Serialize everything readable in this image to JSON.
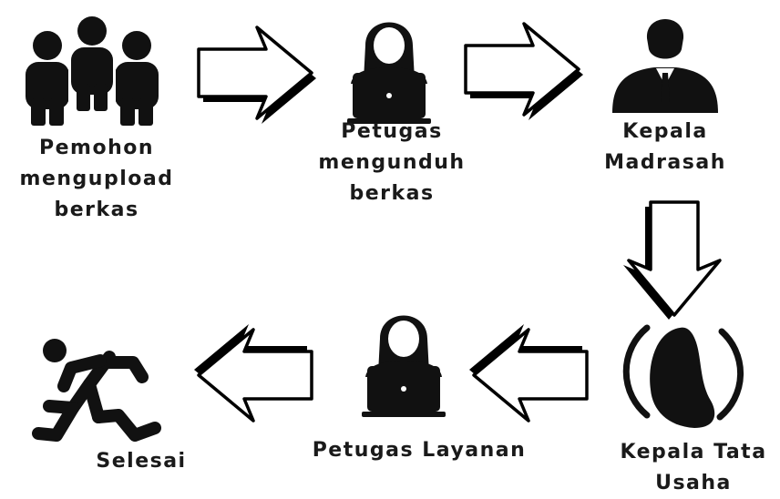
{
  "icons": {
    "group": "people-group-icon",
    "officer": "woman-laptop-icon",
    "head": "man-suit-icon",
    "hijab": "woman-hijab-icon",
    "done": "running-man-icon",
    "arrow": "outlined-arrow-icon"
  },
  "colors": {
    "ink": "#111111",
    "text": "#1a1a1a",
    "shadow": "#000000"
  },
  "steps": [
    {
      "lines": [
        "Pemohon",
        "mengupload",
        "berkas"
      ]
    },
    {
      "lines": [
        "Petugas",
        "mengunduh",
        "berkas"
      ]
    },
    {
      "lines": [
        "Kepala",
        "Madrasah"
      ]
    },
    {
      "lines": [
        "Kepala Tata",
        "Usaha"
      ]
    },
    {
      "lines": [
        "Petugas Layanan"
      ]
    },
    {
      "lines": [
        "Selesai"
      ]
    }
  ]
}
